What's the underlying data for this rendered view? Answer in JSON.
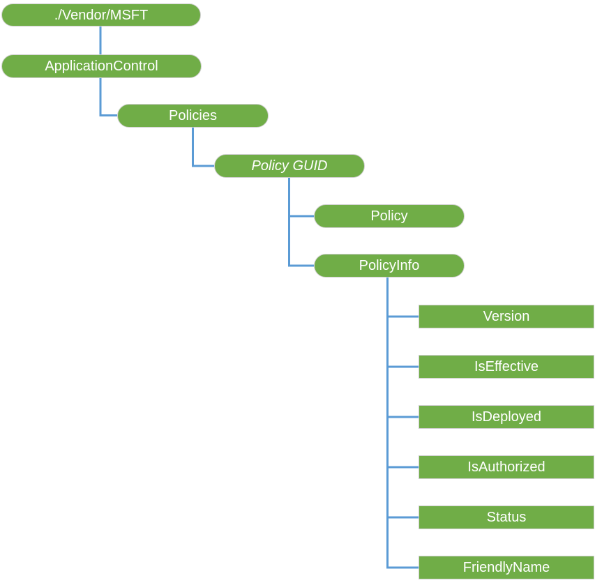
{
  "diagram": {
    "nodes": [
      {
        "label": "./Vendor/MSFT",
        "shape": "pill"
      },
      {
        "label": "ApplicationControl",
        "shape": "pill"
      },
      {
        "label": "Policies",
        "shape": "pill"
      },
      {
        "label": "Policy GUID",
        "shape": "pill",
        "italic": true
      },
      {
        "label": "Policy",
        "shape": "pill"
      },
      {
        "label": "PolicyInfo",
        "shape": "pill"
      },
      {
        "label": "Version",
        "shape": "rect"
      },
      {
        "label": "IsEffective",
        "shape": "rect"
      },
      {
        "label": "IsDeployed",
        "shape": "rect"
      },
      {
        "label": "IsAuthorized",
        "shape": "rect"
      },
      {
        "label": "Status",
        "shape": "rect"
      },
      {
        "label": "FriendlyName",
        "shape": "rect"
      }
    ],
    "edges": [
      [
        "./Vendor/MSFT",
        "ApplicationControl"
      ],
      [
        "ApplicationControl",
        "Policies"
      ],
      [
        "Policies",
        "Policy GUID"
      ],
      [
        "Policy GUID",
        "Policy"
      ],
      [
        "Policy GUID",
        "PolicyInfo"
      ],
      [
        "PolicyInfo",
        "Version"
      ],
      [
        "PolicyInfo",
        "IsEffective"
      ],
      [
        "PolicyInfo",
        "IsDeployed"
      ],
      [
        "PolicyInfo",
        "IsAuthorized"
      ],
      [
        "PolicyInfo",
        "Status"
      ],
      [
        "PolicyInfo",
        "FriendlyName"
      ]
    ],
    "colors": {
      "node_fill": "#70AD47",
      "node_border": "#CFCFCF",
      "connector": "#5B9BD5",
      "text": "#FFFFFF"
    }
  }
}
